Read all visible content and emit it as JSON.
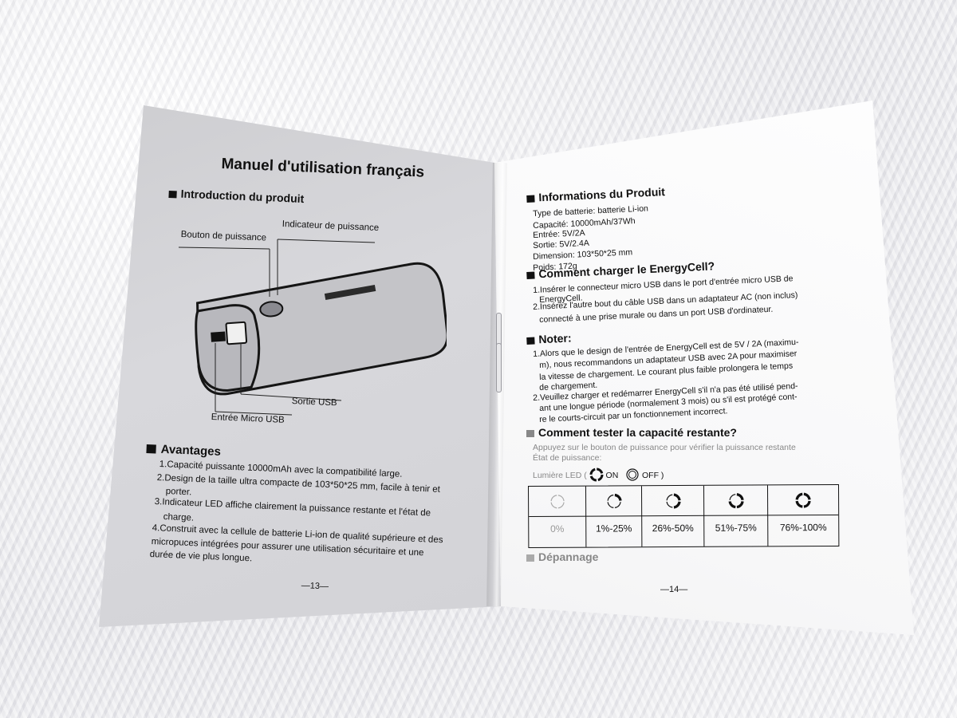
{
  "left_page": {
    "title": "Manuel d'utilisation français",
    "intro_heading": "Introduction du produit",
    "labels": {
      "power_button": "Bouton de puissance",
      "power_indicator": "Indicateur de puissance",
      "usb_output": "Sortie USB",
      "micro_usb_input": "Entrée Micro USB"
    },
    "advantages_heading": "Avantages",
    "advantages": [
      "1.Capacité puissante 10000mAh avec la compatibilité large.",
      "2.Design de la taille ultra compacte de 103*50*25 mm, facile à tenir et",
      "porter.",
      "3.Indicateur LED affiche clairement la puissance restante et l'état de",
      "charge.",
      "4.Construit avec la cellule de batterie Li-ion de qualité supérieure et des",
      "micropuces intégrées pour assurer une utilisation sécuritaire et une",
      "durée de vie plus longue."
    ],
    "page_number": "—13—"
  },
  "right_page": {
    "info_heading": "Informations du Produit",
    "info_lines": [
      "Type de batterie: batterie Li-ion",
      "Capacité: 10000mAh/37Wh",
      "Entrée: 5V/2A",
      "Sortie: 5V/2.4A",
      "Dimension: 103*50*25 mm",
      "Poids: 172g"
    ],
    "charge_heading": "Comment charger le EnergyCell?",
    "charge_lines": [
      "1.Insérer le connecteur micro USB dans le port d'entrée micro USB de",
      "EnergyCell.",
      "2.Insérez l'autre bout du câble USB dans un adaptateur AC (non inclus)",
      "connecté à une prise murale ou dans un port USB d'ordinateur."
    ],
    "note_heading": "Noter:",
    "note_lines": [
      "1.Alors que le design de l'entrée de EnergyCell est de 5V / 2A (maximu-",
      "m), nous recommandons un adaptateur USB avec 2A pour maximiser",
      "la vitesse de chargement. Le courant plus faible prolongera le temps",
      "de chargement.",
      "2.Veuillez charger et redémarrer EnergyCell s'il n'a pas été utilisé pend-",
      "ant une longue période (normalement 3 mois) ou s'il est protégé cont-",
      "re le courts-circuit par un fonctionnement incorrect."
    ],
    "test_heading": "Comment tester la capacité restante?",
    "test_lines": [
      "Appuyez sur le bouton de puissance pour vérifier la puissance restante",
      "État de puissance:"
    ],
    "legend": {
      "prefix": "Lumière LED (",
      "on": "ON",
      "off": "OFF )"
    },
    "capacity_table": [
      {
        "label": "0%",
        "lit": 0
      },
      {
        "label": "1%-25%",
        "lit": 1
      },
      {
        "label": "26%-50%",
        "lit": 2
      },
      {
        "label": "51%-75%",
        "lit": 3
      },
      {
        "label": "76%-100%",
        "lit": 4
      }
    ],
    "trouble_heading": "Dépannage",
    "page_number": "—14—"
  }
}
